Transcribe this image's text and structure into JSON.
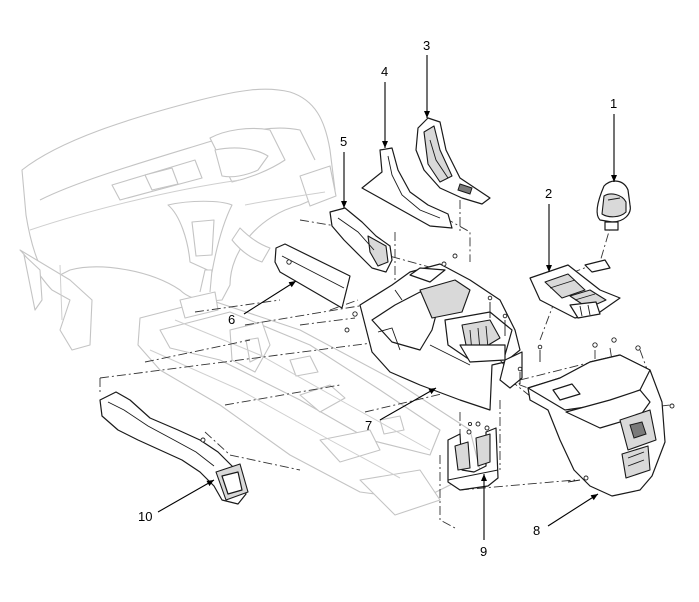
{
  "diagram": {
    "callouts": [
      {
        "id": "1",
        "label": "1"
      },
      {
        "id": "2",
        "label": "2"
      },
      {
        "id": "3",
        "label": "3"
      },
      {
        "id": "4",
        "label": "4"
      },
      {
        "id": "5",
        "label": "5"
      },
      {
        "id": "6",
        "label": "6"
      },
      {
        "id": "7",
        "label": "7"
      },
      {
        "id": "8",
        "label": "8"
      },
      {
        "id": "9",
        "label": "9"
      },
      {
        "id": "10",
        "label": "10"
      }
    ],
    "colors": {
      "background": "#ffffff",
      "part_outline": "#1a1a1a",
      "ghost_outline": "#c4c4c4"
    }
  }
}
